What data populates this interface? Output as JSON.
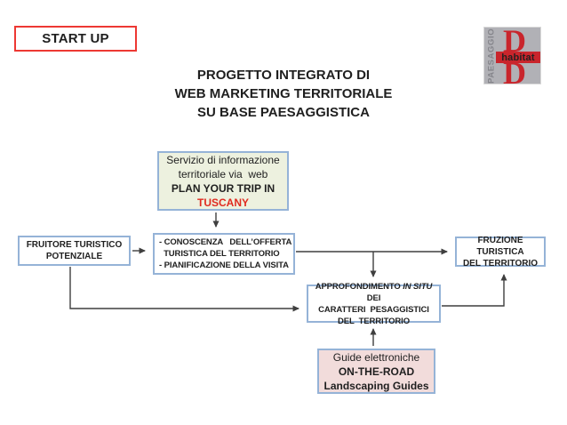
{
  "start_up": {
    "label": "START UP"
  },
  "title": {
    "line1": "PROGETTO INTEGRATO DI",
    "line2": "WEB MARKETING TERRITORIALE",
    "line3": "SU BASE PAESAGGISTICA"
  },
  "logo": {
    "vertical_text": "PAESAGGIO",
    "letter_top": "D",
    "band_text": "habitat",
    "letter_bottom": "D"
  },
  "boxes": {
    "servizio": {
      "line1": "Servizio di informazione",
      "line2": "territoriale via  web",
      "line3": "PLAN YOUR TRIP IN",
      "line4": "TUSCANY"
    },
    "fruitore": {
      "line1": "FRUITORE TURISTICO",
      "line2": "POTENZIALE"
    },
    "conoscenza": {
      "line1": "- CONOSCENZA   DELL’OFFERTA",
      "line2": "  TURISTICA DEL TERRITORIO",
      "line3": "- PIANIFICAZIONE DELLA VISITA"
    },
    "fruzione": {
      "line1": "FRUZIONE TURISTICA",
      "line2": "DEL TERRITORIO"
    },
    "approfondimento": {
      "line1_pre": "APPROFONDIMENTO ",
      "line1_italic": "IN SITU",
      "line1_post": " DEI",
      "line2": "CARATTERI  PESAGGISTICI",
      "line3": "DEL  TERRITORIO"
    },
    "guide": {
      "line1": "Guide elettroniche",
      "line2": "ON-THE-ROAD",
      "line3": "Landscaping Guides"
    }
  },
  "colors": {
    "accent_red": "#ed3833",
    "tuscany_red": "#e02b20",
    "box_border_blue": "#95b3d7",
    "green_fill": "#edf1df",
    "pink_fill": "#f2dcdb",
    "connector_dark": "#3f3f3f",
    "logo_red": "#c9252c",
    "logo_gray": "#b1b1b6"
  }
}
